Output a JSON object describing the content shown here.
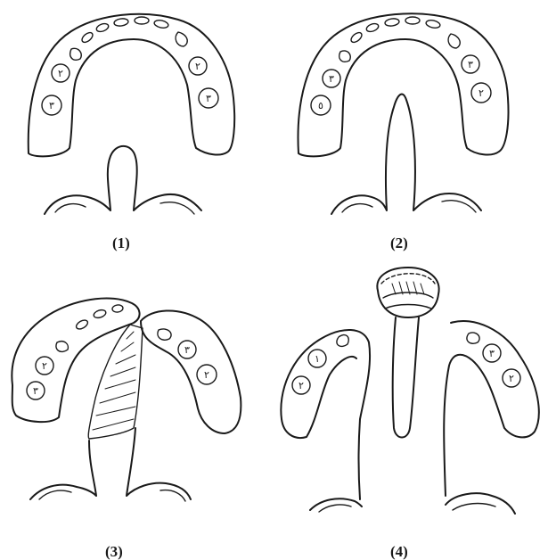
{
  "panels": [
    {
      "label": "(1)",
      "tooth_marks": [
        "٢",
        "٣",
        "٢",
        "٣"
      ]
    },
    {
      "label": "(2)",
      "tooth_marks": [
        "٣",
        "٥",
        "٣",
        "٢"
      ]
    },
    {
      "label": "(3)",
      "tooth_marks": [
        "٢",
        "٣",
        "٣",
        "٢"
      ]
    },
    {
      "label": "(4)",
      "tooth_marks": [
        "١",
        "٢",
        "٣",
        "٢"
      ]
    }
  ]
}
